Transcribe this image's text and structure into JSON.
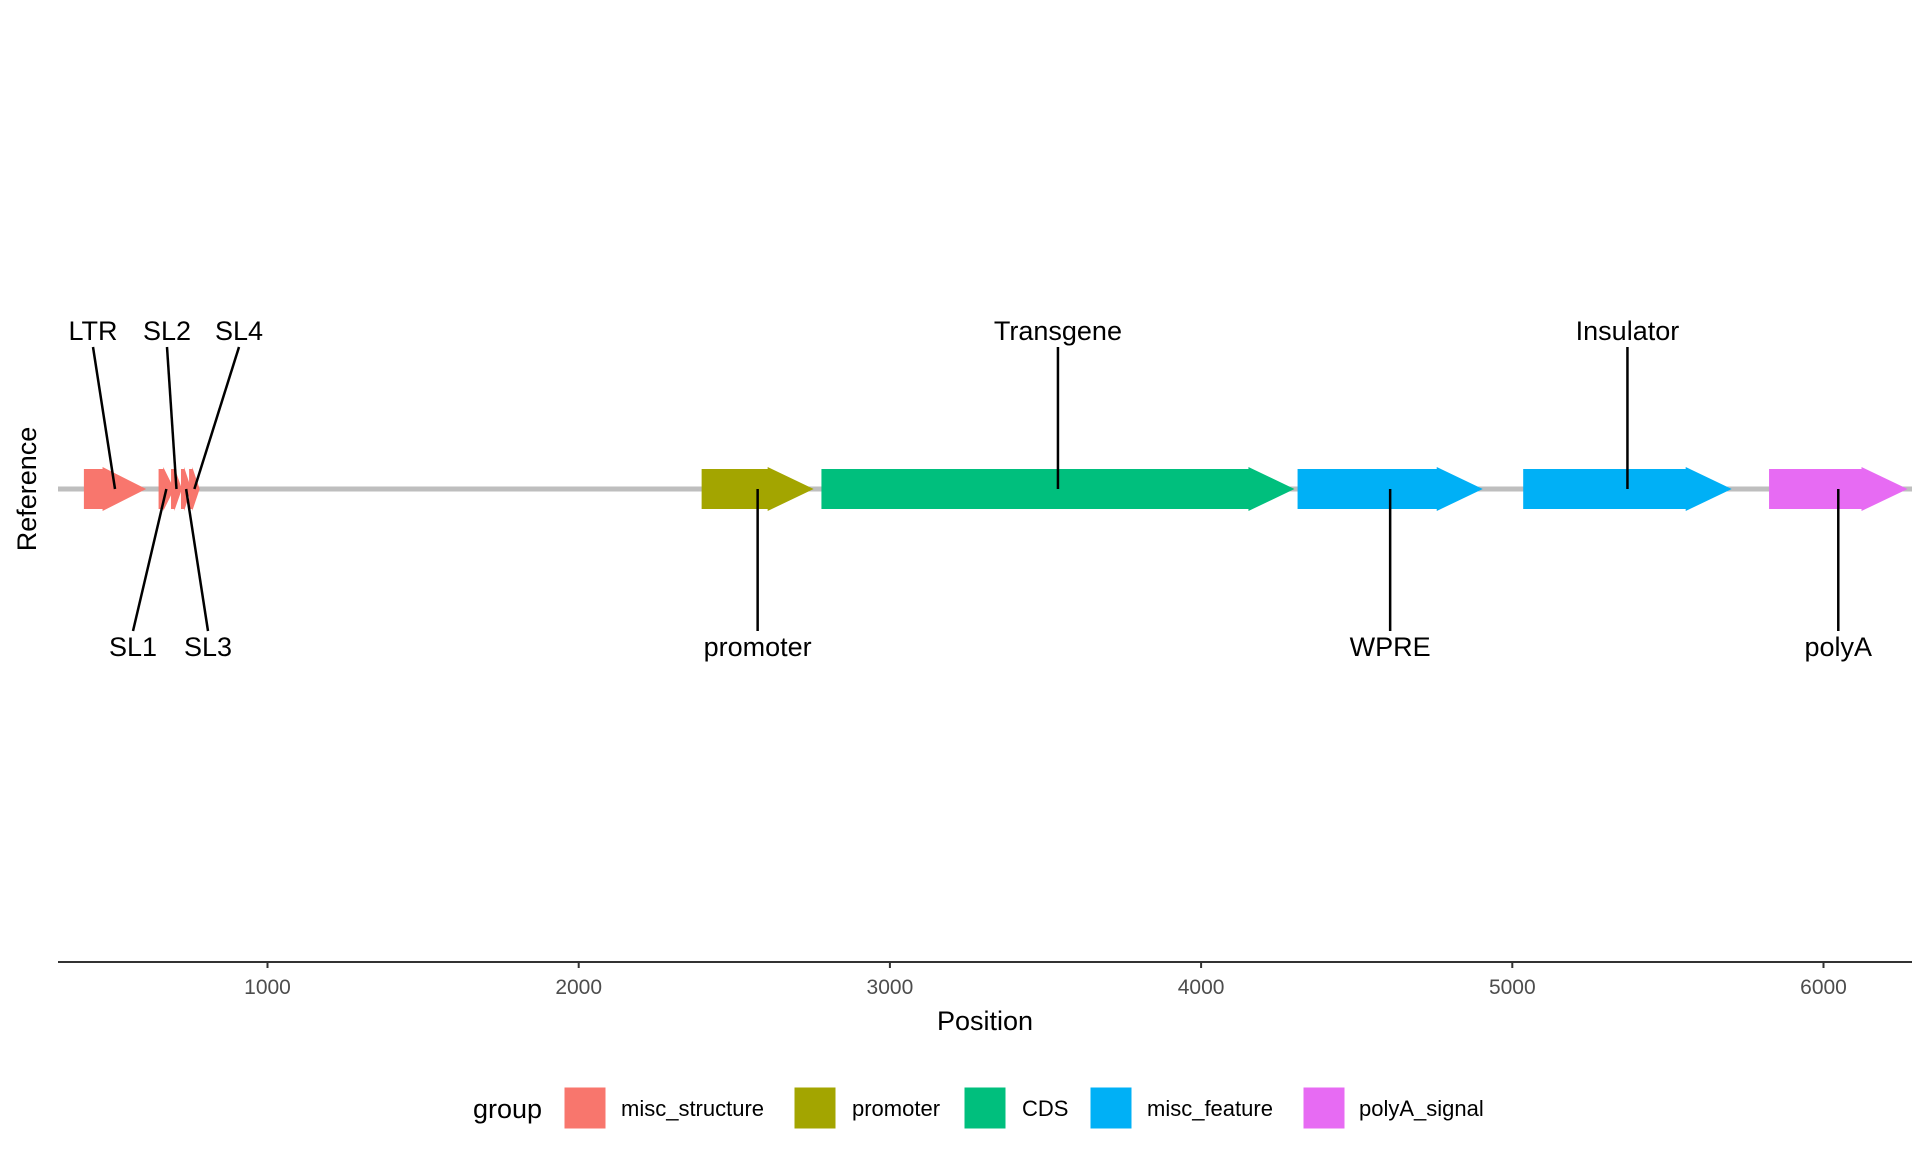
{
  "chart_data": {
    "type": "gene-arrow-map",
    "xlabel": "Position",
    "ylabel": "Reference",
    "xlim": [
      330,
      6270
    ],
    "xticks": [
      1000,
      2000,
      3000,
      4000,
      5000,
      6000
    ],
    "track": "Reference",
    "legend": {
      "title": "group",
      "placement": "bottom",
      "entries": [
        {
          "name": "misc_structure",
          "color": "#F8766D"
        },
        {
          "name": "promoter",
          "color": "#A3A500"
        },
        {
          "name": "CDS",
          "color": "#00BF7D"
        },
        {
          "name": "misc_feature",
          "color": "#00B0F6"
        },
        {
          "name": "polyA_signal",
          "color": "#E76BF3"
        }
      ]
    },
    "features": [
      {
        "label": "LTR",
        "group": "misc_structure",
        "start": 410,
        "end": 610,
        "side": "top"
      },
      {
        "label": "SL1",
        "group": "misc_structure",
        "start": 650,
        "end": 700,
        "side": "bottom"
      },
      {
        "label": "SL2",
        "group": "misc_structure",
        "start": 690,
        "end": 725,
        "side": "top"
      },
      {
        "label": "SL3",
        "group": "misc_structure",
        "start": 722,
        "end": 755,
        "side": "bottom"
      },
      {
        "label": "SL4",
        "group": "misc_structure",
        "start": 748,
        "end": 782,
        "side": "top"
      },
      {
        "label": "promoter",
        "group": "promoter",
        "start": 2395,
        "end": 2755,
        "side": "bottom"
      },
      {
        "label": "Transgene",
        "group": "CDS",
        "start": 2780,
        "end": 4300,
        "side": "top"
      },
      {
        "label": "WPRE",
        "group": "misc_feature",
        "start": 4310,
        "end": 4905,
        "side": "bottom"
      },
      {
        "label": "Insulator",
        "group": "misc_feature",
        "start": 5035,
        "end": 5705,
        "side": "top"
      },
      {
        "label": "polyA",
        "group": "polyA_signal",
        "start": 5825,
        "end": 6270,
        "side": "bottom"
      }
    ]
  }
}
